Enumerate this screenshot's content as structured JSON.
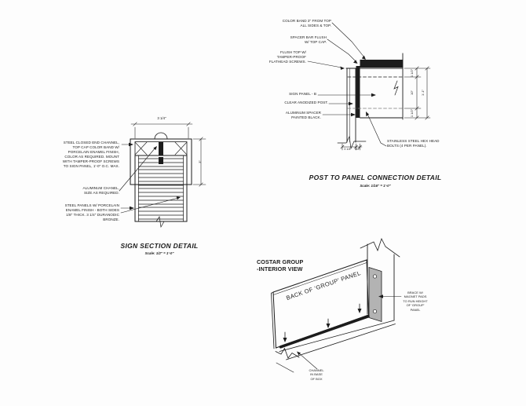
{
  "post_detail": {
    "title": "POST TO PANEL CONNECTION DETAIL",
    "scale": "Scale: 1/16\" = 1'-0\"",
    "callouts": {
      "color_band": "COLOR BAND 3\" FROM TOP\nALL SIDES & TOP.",
      "spacer_bar": "SPACER BAR FLUSH\nW/ TOP CAP.",
      "flush_top": "FLUSH TOP W/\nTAMPER-PROOF\nFLATHEAD SCREWS.",
      "sign_panel": "SIGN PANEL - B",
      "anodized_post": "CLEAR ANODIZED POST.",
      "aluminum_spacer": "ALUMINUM SPACER\nPAINTED BLACK.",
      "hex_bolts": "STAINLESS STEEL HEX HEAD\nBOLTS (4 PER PANEL)."
    },
    "dims": {
      "seg_top": "1 1/2\"",
      "seg_mid": "10\"",
      "seg_bot": "1 1/2\"",
      "overall": "1'-1\"",
      "post_width": "3 1/4\"",
      "spacer_width": "3/4\""
    }
  },
  "sign_detail": {
    "title": "SIGN SECTION DETAIL",
    "scale": "Scale: 1/2\" = 1'-0\"",
    "callouts": {
      "steel_channel": "STEEL CLOSED END CHANNEL,\nTOP CAP COLOR BAND W/\nPORCELAIN ENAMEL FINISH,\nCOLOR AS REQUIRED. MOUNT\nWITH TAMPER-PROOF SCREWS\nTO SIGN PANEL, 1'-0\" O.C. MAX.",
      "aluminum_chanel": "ALUMINUM CHANEL,\nSIZE AS REQUIRED.",
      "steel_panels": "STEEL PANELS W/ PORCELAIN\nENAMEL FINISH - BOTH SIDES\n1/8\" THICK. 3 1/4\" DURANODIC\nBRONZE."
    },
    "dims": {
      "panel_width": "3 1/4\"",
      "cap_height": "3\""
    }
  },
  "iso_view": {
    "heading": "COSTAR GROUP\n-INTERIOR VIEW",
    "panel_label": "BACK OF 'GROUP' PANEL",
    "callouts": {
      "brace": "BRACE W/\nMAGNET PADS\nTO RUN HEIGHT\nOF 'GROUP'\nPANEL",
      "channel": "CHANNEL\nIN BASE\nOF BOX"
    }
  },
  "colors": {
    "ink": "#1c1c1c",
    "brace_fill": "#b3b3b3",
    "paper": "#fdfdfd"
  }
}
